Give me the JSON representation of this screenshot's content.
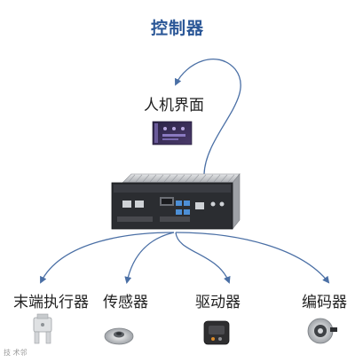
{
  "diagram": {
    "title": "控制器",
    "nodes": {
      "hmi": "人机界面",
      "end_effector": "末端执行器",
      "sensor": "传感器",
      "driver": "驱动器",
      "encoder": "编码器"
    },
    "watermark": "技 术邻",
    "colors": {
      "title": "#2b5797",
      "arrow": "#4a6fa5"
    }
  }
}
